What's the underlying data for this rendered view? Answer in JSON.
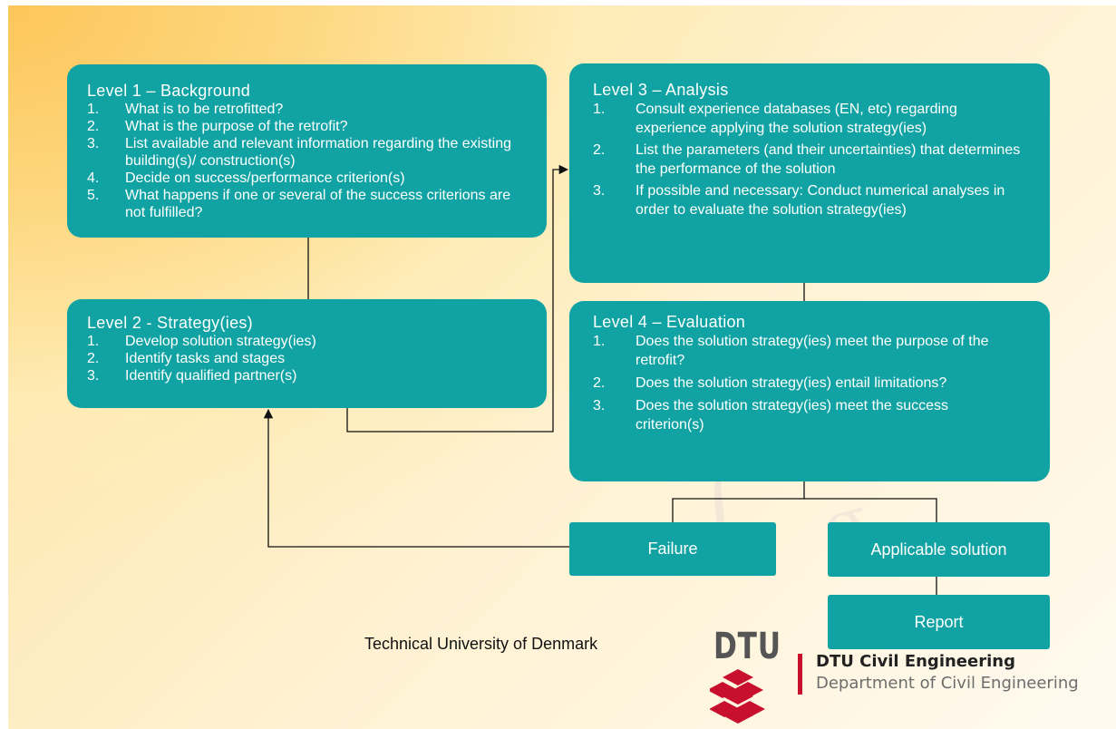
{
  "level1": {
    "title": "Level 1 – Background",
    "items": [
      {
        "num": "1.",
        "text": "What is to be retrofitted?"
      },
      {
        "num": "2.",
        "text": "What is the purpose of the retrofit?"
      },
      {
        "num": "3.",
        "text": "List available and relevant information regarding the existing building(s)/ construction(s)"
      },
      {
        "num": "4.",
        "text": "Decide on success/performance criterion(s)"
      },
      {
        "num": "5.",
        "text": "What happens if one or several of the success criterions are not fulfilled?"
      }
    ]
  },
  "level2": {
    "title": "Level 2 - Strategy(ies)",
    "items": [
      {
        "num": "1.",
        "text": "Develop solution strategy(ies)"
      },
      {
        "num": "2.",
        "text": "Identify tasks and stages"
      },
      {
        "num": "3.",
        "text": "Identify qualified partner(s)"
      }
    ]
  },
  "level3": {
    "title": "Level 3 – Analysis",
    "items": [
      {
        "num": "1.",
        "text": "Consult experience databases (EN, etc) regarding experience applying the solution strategy(ies)"
      },
      {
        "num": "2.",
        "text": "List the parameters  (and their uncertainties) that determines the performance of the solution"
      },
      {
        "num": "3.",
        "text": "If possible and necessary: Conduct numerical analyses in order to evaluate the solution strategy(ies)"
      }
    ]
  },
  "level4": {
    "title": "Level 4 – Evaluation",
    "items": [
      {
        "num": "1.",
        "text": "Does the solution strategy(ies) meet the purpose of the retrofit?"
      },
      {
        "num": "2.",
        "text": "Does the solution strategy(ies) entail limitations?"
      },
      {
        "num": "3.",
        "text": "Does the solution strategy(ies) meet the success criterion(s)"
      }
    ]
  },
  "outcomes": {
    "failure": "Failure",
    "applicable": "Applicable solution",
    "report": "Report"
  },
  "footer": {
    "university": "Technical University of Denmark",
    "logo_text": "DTU",
    "dept_line1": "DTU Civil Engineering",
    "dept_line2": "Department of Civil Engineering"
  },
  "colors": {
    "box": "#11a3a3",
    "dtu_red": "#c8102e",
    "dept_grey": "#6d6d6d"
  }
}
